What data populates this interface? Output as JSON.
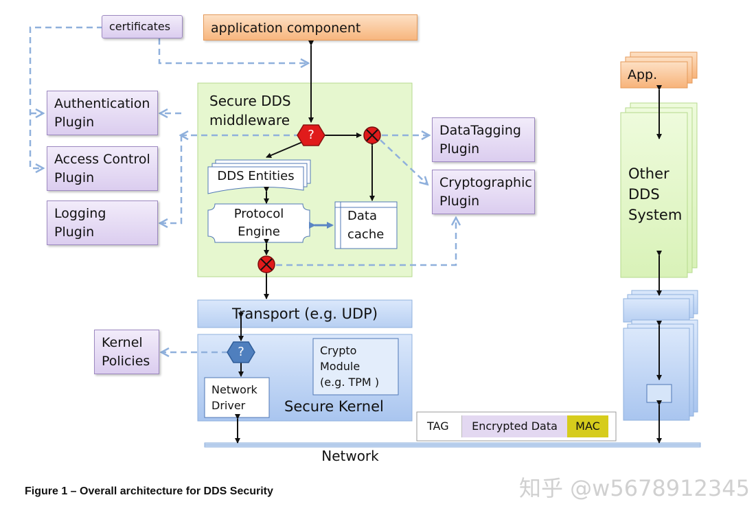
{
  "nodes": {
    "certificates": "certificates",
    "application_component": "application component",
    "authentication_plugin": "Authentication\nPlugin",
    "access_control_plugin": "Access Control\nPlugin",
    "logging_plugin": "Logging\nPlugin",
    "secure_dds_middleware": "Secure DDS\nmiddleware",
    "dds_entities": "DDS Entities",
    "protocol_engine": "Protocol\nEngine",
    "data_cache": "Data\ncache",
    "datatagging_plugin": "DataTagging\nPlugin",
    "cryptographic_plugin": "Cryptographic\nPlugin",
    "transport": "Transport (e.g. UDP)",
    "kernel_policies": "Kernel\nPolicies",
    "crypto_module": "Crypto\nModule\n(e.g. TPM )",
    "network_driver": "Network\nDriver",
    "secure_kernel": "Secure Kernel",
    "app": "App.",
    "other_dds_system": "Other\nDDS\nSystem",
    "tag": "TAG",
    "encrypted_data": "Encrypted Data",
    "mac": "MAC",
    "network": "Network",
    "decision_symbol": "?"
  },
  "caption": "Figure 1 – Overall architecture for DDS Security",
  "watermark": "知乎 @w5678912345",
  "colors": {
    "plugin": "#dbcdef",
    "application": "#f7b67e",
    "middleware": "#e6f7cf",
    "kernel": "#b4cdf3",
    "mac": "#d6cc1c",
    "decision_red": "#e01b1b",
    "decision_blue": "#4f7fbe",
    "dashed_arrow": "#8fb0dc"
  }
}
